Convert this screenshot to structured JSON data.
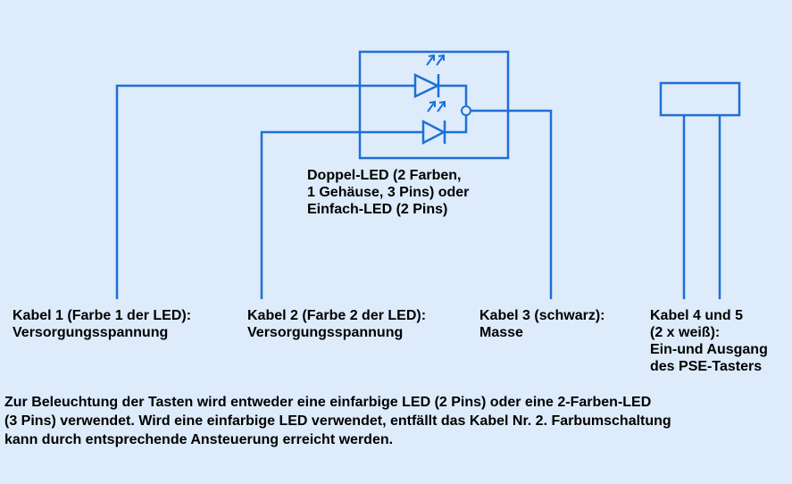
{
  "colors": {
    "background": "#ddebfb",
    "wire": "#1f6fd6",
    "text": "#000000"
  },
  "led_label": [
    "Doppel-LED (2 Farben,",
    "1 Gehäuse, 3 Pins) oder",
    "Einfach-LED (2 Pins)"
  ],
  "cable_labels": {
    "kabel1": [
      "Kabel 1 (Farbe 1 der LED):",
      "Versorgungsspannung"
    ],
    "kabel2": [
      "Kabel 2 (Farbe 2 der LED):",
      "Versorgungsspannung"
    ],
    "kabel3": [
      "Kabel 3 (schwarz):",
      "Masse"
    ],
    "kabel45": [
      "Kabel 4 und 5",
      "(2 x weiß):",
      "Ein-und Ausgang",
      "des PSE-Tasters"
    ]
  },
  "caption_lines": [
    "Zur Beleuchtung der Tasten wird entweder eine einfarbige LED (2 Pins) oder eine 2-Farben-LED",
    "(3 Pins) verwendet. Wird eine einfarbige LED verwendet, entfällt das Kabel Nr. 2. Farbumschaltung",
    "kann durch entsprechende Ansteuerung erreicht werden."
  ],
  "icons": {
    "led1": "led-diode-icon",
    "led2": "led-diode-icon",
    "light_emission": "light-arrows-icon",
    "button": "push-button-icon",
    "junction": "junction-node-icon"
  }
}
